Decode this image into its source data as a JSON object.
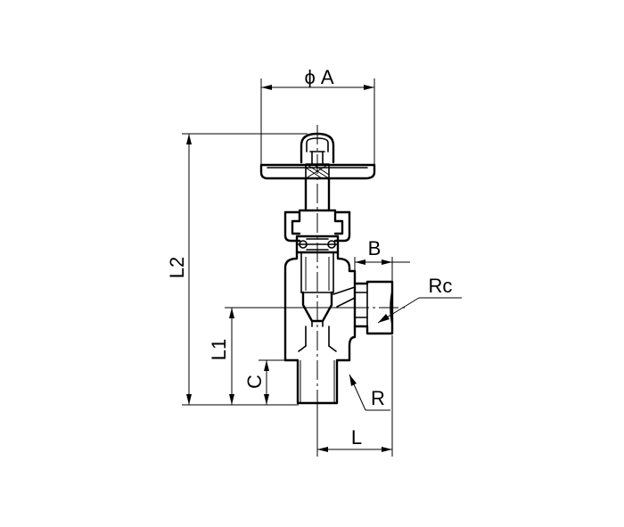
{
  "drawing": {
    "dimensions": {
      "handle_diameter": "ϕ A",
      "overall_height": "L2",
      "center_height": "L1",
      "thread_length": "C",
      "port_offset": "B",
      "face_to_center": "L",
      "outlet_thread": "Rc",
      "inlet_thread": "R"
    },
    "colors": {
      "line": "#000000",
      "background": "#ffffff"
    }
  }
}
